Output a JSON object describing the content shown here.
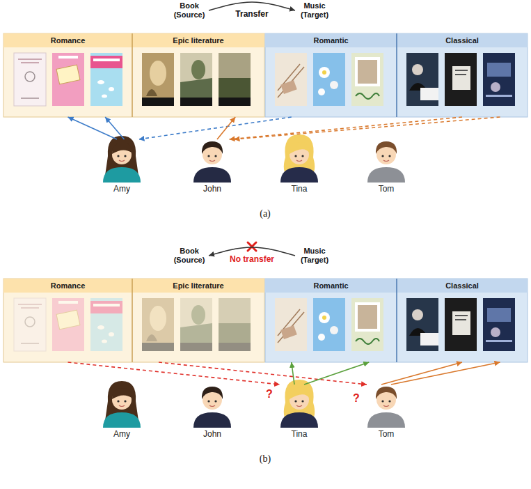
{
  "diagram": {
    "nodes": [
      {
        "text": [
          "Book (Source)"
        ]
      },
      {
        "text": [
          "Music (Target)"
        ]
      },
      {
        "text": [
          "Romance"
        ]
      },
      {
        "text": [
          "Epic literature"
        ]
      },
      {
        "text": [
          "Romantic"
        ]
      },
      {
        "text": [
          "Classical"
        ]
      },
      {
        "text": [
          "Amy"
        ]
      },
      {
        "text": [
          "John"
        ]
      },
      {
        "text": [
          "Tina"
        ]
      },
      {
        "text": [
          "Tom"
        ]
      },
      {
        "text": [
          "Book (Source)"
        ]
      },
      {
        "text": [
          "Music (Target)"
        ]
      },
      {
        "text": [
          "Romance"
        ]
      },
      {
        "text": [
          "Epic literature"
        ]
      },
      {
        "text": [
          "Romantic"
        ]
      },
      {
        "text": [
          "Classical"
        ]
      },
      {
        "text": [
          "Amy"
        ]
      },
      {
        "text": [
          "John"
        ]
      },
      {
        "text": [
          "Tina"
        ]
      },
      {
        "text": [
          "Tom"
        ]
      }
    ],
    "edges": [
      {
        "from": 0,
        "to": 1,
        "label": "Transfer",
        "arrow": "to"
      },
      {
        "from": 6,
        "to": 2,
        "arrow": "to"
      },
      {
        "from": 6,
        "to": 2,
        "arrow": "to"
      },
      {
        "from": 4,
        "to": 6,
        "arrow": "to"
      },
      {
        "from": 7,
        "to": 3,
        "arrow": "to"
      },
      {
        "from": 5,
        "to": 7,
        "arrow": "to"
      },
      {
        "from": 5,
        "to": 7,
        "arrow": "to"
      },
      {
        "from": 11,
        "to": 10,
        "label": "No transfer",
        "arrow": "to"
      },
      {
        "from": 12,
        "to": 18,
        "arrow": "to"
      },
      {
        "from": 13,
        "to": 19,
        "arrow": "to"
      },
      {
        "from": 18,
        "to": 14,
        "arrow": "to"
      },
      {
        "from": 18,
        "to": 14,
        "arrow": "to"
      },
      {
        "from": 19,
        "to": 15,
        "arrow": "to"
      },
      {
        "from": 19,
        "to": 15,
        "arrow": "to"
      }
    ],
    "labels": [
      "(a)",
      "?",
      "?",
      "(b)"
    ]
  }
}
